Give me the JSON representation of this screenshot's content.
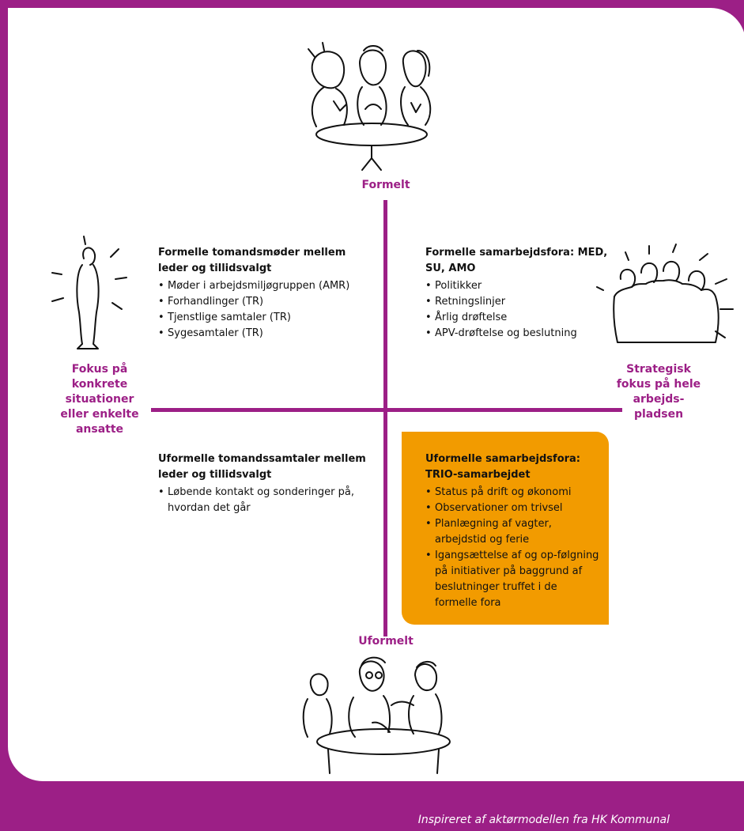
{
  "colors": {
    "accent": "#9c1f86",
    "highlight": "#f29b00",
    "background": "#ffffff"
  },
  "axis": {
    "top_label": "Formelt",
    "bottom_label": "Uformelt",
    "left_label": "Fokus på konkrete situationer eller enkelte ansatte",
    "right_label": "Strategisk fokus på hele arbejds-pladsen"
  },
  "quadrants": {
    "top_left": {
      "title": "Formelle tomandsmøder mellem leder og tillidsvalgt",
      "items": [
        "Møder i arbejdsmiljøgruppen (AMR)",
        "Forhandlinger (TR)",
        "Tjenstlige samtaler (TR)",
        "Sygesamtaler (TR)"
      ]
    },
    "top_right": {
      "title": "Formelle samarbejdsfora: MED, SU, AMO",
      "items": [
        "Politikker",
        "Retningslinjer",
        "Årlig drøftelse",
        "APV-drøftelse og beslutning"
      ]
    },
    "bottom_left": {
      "title": "Uformelle tomandssamtaler mellem leder og tillidsvalgt",
      "items": [
        "Løbende kontakt og sonderinger på, hvordan det går"
      ]
    },
    "bottom_right": {
      "title": "Uformelle samarbejdsfora: TRIO-samarbejdet",
      "items": [
        "Status på drift og økonomi",
        "Observationer om trivsel",
        "Planlægning af vagter, arbejdstid og ferie",
        "Igangsættelse af og op-følgning på initiativer på baggrund af beslutninger truffet i de formelle fora"
      ]
    }
  },
  "footer": {
    "text": "Inspireret af aktørmodellen fra HK Kommunal"
  },
  "icons": {
    "top": "formal-meeting-illustration",
    "left": "single-person-illustration",
    "right": "group-illustration",
    "bottom": "informal-meeting-illustration"
  }
}
